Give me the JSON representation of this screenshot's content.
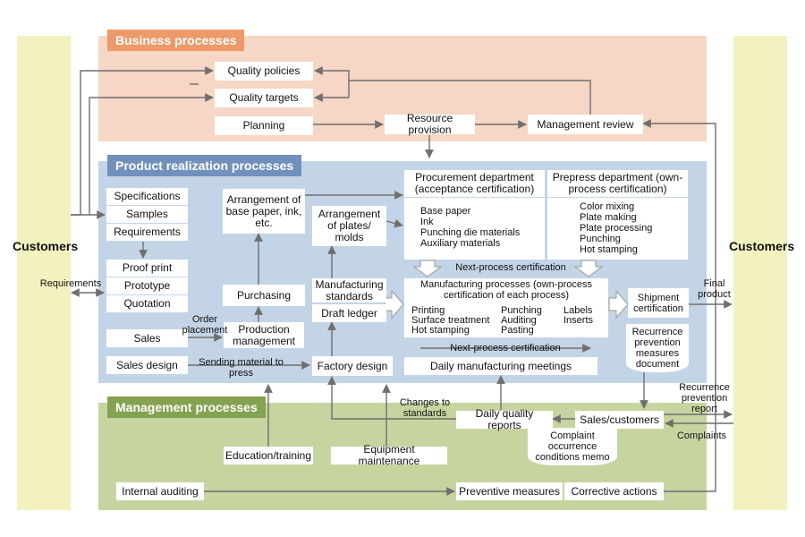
{
  "regions": {
    "business": "Business processes",
    "product": "Product realization processes",
    "management": "Management processes"
  },
  "customers": {
    "left": "Customers",
    "right": "Customers"
  },
  "business_boxes": {
    "quality_policies": "Quality policies",
    "quality_targets": "Quality targets",
    "planning": "Planning",
    "resource_provision": "Resource provision",
    "management_review": "Management review"
  },
  "inputs": {
    "specifications": "Specifications",
    "samples": "Samples",
    "requirements": "Requirements",
    "proof_print": "Proof print",
    "prototype": "Prototype",
    "quotation": "Quotation",
    "sales": "Sales",
    "sales_design": "Sales design"
  },
  "middle": {
    "arrangement_base": "Arrangement of base paper, ink, etc.",
    "purchasing": "Purchasing",
    "production_management": "Production management",
    "arrangement_plates": "Arrangement of plates/ molds",
    "manufacturing_standards": "Manufacturing standards",
    "draft_ledger": "Draft ledger",
    "factory_design": "Factory design"
  },
  "procurement": {
    "title": "Procurement department (acceptance certification)",
    "items": [
      "Base paper",
      "Ink",
      "Punching die materials",
      "Auxiliary materials"
    ]
  },
  "prepress": {
    "title": "Prepress department (own-process certification)",
    "items": [
      "Color mixing",
      "Plate making",
      "Plate processing",
      "Punching",
      "Hot stamping"
    ]
  },
  "manufacturing": {
    "title": "Manufacturing processes (own-process certification of each process)",
    "col1": [
      "Printing",
      "Surface treatment",
      "Hot stamping"
    ],
    "col2": [
      "Punching",
      "Auditing",
      "Pasting"
    ],
    "col3": [
      "Labels",
      "Inserts"
    ]
  },
  "right_side": {
    "shipment": "Shipment certification",
    "recurrence_doc": "Recurrence prevention measures document",
    "daily_meetings": "Daily manufacturing meetings"
  },
  "management_boxes": {
    "education": "Education/training",
    "equipment": "Equipment maintenance",
    "daily_quality": "Daily quality reports",
    "sales_customers": "Sales/customers",
    "complaint_memo": "Complaint occurrence conditions memo",
    "internal_auditing": "Internal auditing",
    "preventive": "Preventive measures",
    "corrective": "Corrective actions"
  },
  "labels": {
    "requirements": "Requirements",
    "order_placement": "Order placement",
    "sending_material": "Sending material to press",
    "next_process_1": "Next-process certification",
    "next_process_2": "Next-process certification",
    "final_product": "Final product",
    "changes_standards": "Changes to standards",
    "recurrence_report": "Recurrence prevention report",
    "complaints": "Complaints"
  },
  "colors": {
    "customer_bg": "#f3f1c0",
    "business_bg": "#f6d6c4",
    "business_title": "#ec9a6a",
    "product_bg": "#c4d4e7",
    "product_title": "#7190bb",
    "management_bg": "#c6d5a0",
    "management_title": "#84a250",
    "arrow": "#6f6f6f"
  }
}
